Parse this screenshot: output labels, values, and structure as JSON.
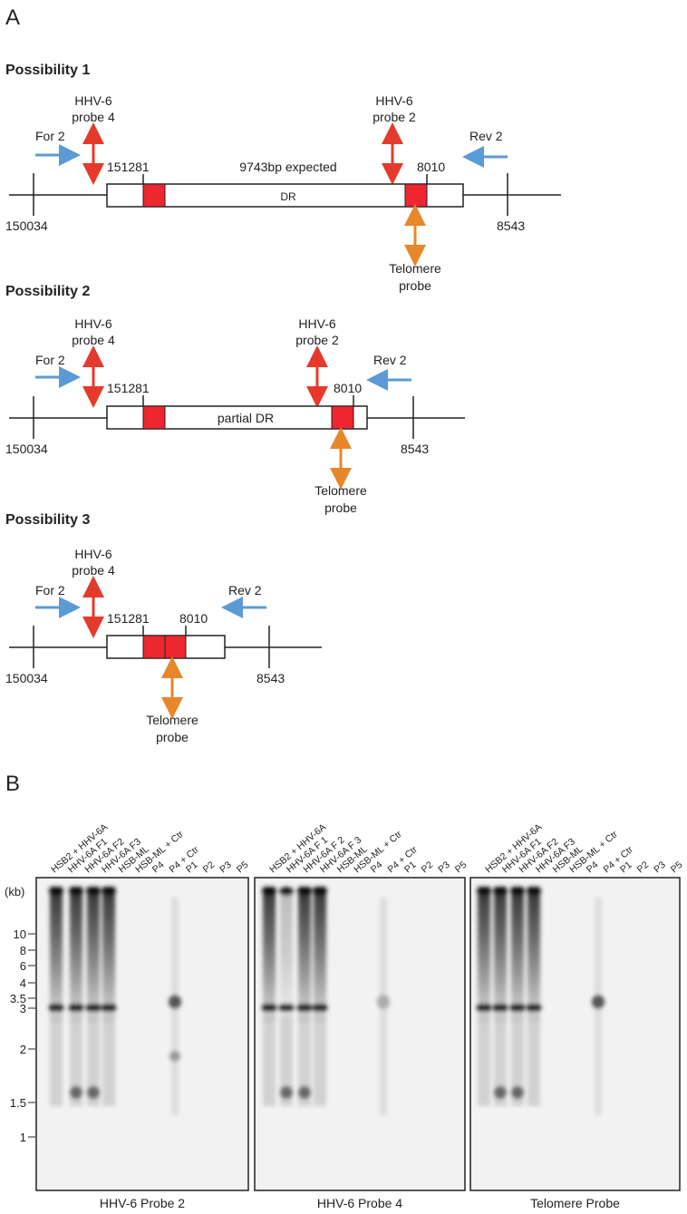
{
  "panel_a_label": "A",
  "panel_b_label": "B",
  "colors": {
    "red": "#e53a2b",
    "blue": "#5b9bd5",
    "orange": "#e8862a",
    "box_red": "#ee2630"
  },
  "possibilities": [
    {
      "title": "Possibility 1",
      "probe4": [
        "HHV-6",
        "probe 4"
      ],
      "probe2": [
        "HHV-6",
        "probe 2"
      ],
      "for": "For 2",
      "rev": "Rev 2",
      "left_pos": "151281",
      "right_pos": "8010",
      "expected": "9743bp expected",
      "box_label": "DR",
      "left_end": "150034",
      "right_end": "8543",
      "telomere": [
        "Telomere",
        "probe"
      ]
    },
    {
      "title": "Possibility 2",
      "probe4": [
        "HHV-6",
        "probe 4"
      ],
      "probe2": [
        "HHV-6",
        "probe 2"
      ],
      "for": "For 2",
      "rev": "Rev 2",
      "left_pos": "151281",
      "right_pos": "8010",
      "box_label": "partial DR",
      "left_end": "150034",
      "right_end": "8543",
      "telomere": [
        "Telomere",
        "probe"
      ]
    },
    {
      "title": "Possibility 3",
      "probe4": [
        "HHV-6",
        "probe 4"
      ],
      "for": "For 2",
      "rev": "Rev 2",
      "left_pos": "151281",
      "right_pos": "8010",
      "left_end": "150034",
      "right_end": "8543",
      "telomere": [
        "Telomere",
        "probe"
      ]
    }
  ],
  "blots": {
    "kb_label": "(kb)",
    "ladder": [
      "10",
      "8",
      "6",
      "4",
      "3.5",
      "3",
      "2",
      "1.5",
      "1"
    ],
    "lanes": [
      [
        "HSB2 + HHV-6A",
        "HHV-6A F1",
        "HHV-6A F2",
        "HHV-6A F3",
        "HSB-ML",
        "HSB-ML + Ctr",
        "P4",
        "P4 + Ctr",
        "P1",
        "P2",
        "P3",
        "P5"
      ],
      [
        "HSB2 + HHV-6A",
        "HHV-6A F 1",
        "HHV-6A F 2",
        "HHV-6A F 3",
        "HSB-ML",
        "HSB-ML + Ctr",
        "P4",
        "P4 + Ctr",
        "P1",
        "P2",
        "P3",
        "P5"
      ],
      [
        "HSB2 + HHV-6A",
        "HHV-6A F1",
        "HHV-6A F2",
        "HHV-6A F3",
        "HSB-ML",
        "HSB-ML + Ctr",
        "P4",
        "P4 + Ctr",
        "P1",
        "P2",
        "P3",
        "P5"
      ]
    ],
    "captions": [
      "HHV-6 Probe 2",
      "HHV-6 Probe 4",
      "Telomere Probe"
    ]
  }
}
